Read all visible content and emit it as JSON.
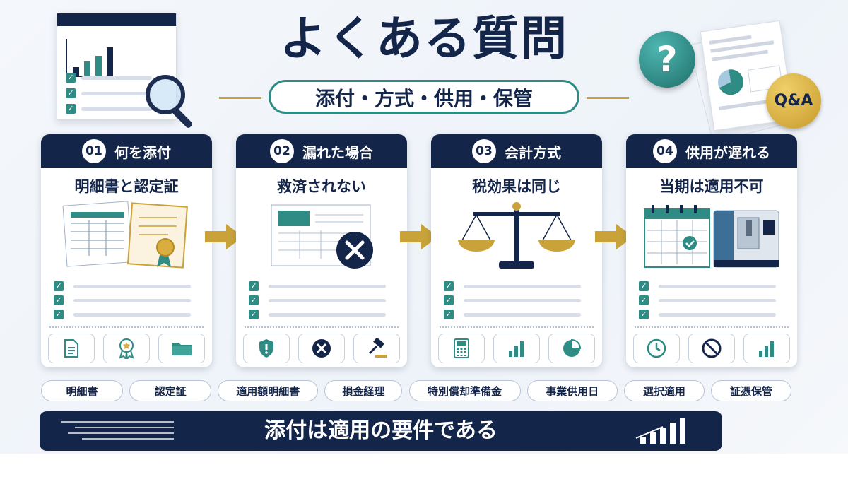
{
  "title": "よくある質問",
  "subtitle": "添付・方式・供用・保管",
  "qa_badge": "Q&A",
  "question_mark": "?",
  "steps": [
    {
      "num": "01",
      "title": "何を添付",
      "sub": "明細書と認定証",
      "icons": [
        "document-icon",
        "award-icon",
        "folder-icon"
      ]
    },
    {
      "num": "02",
      "title": "漏れた場合",
      "sub": "救済されない",
      "icons": [
        "shield-alert-icon",
        "x-circle-icon",
        "gavel-icon"
      ]
    },
    {
      "num": "03",
      "title": "会計方式",
      "sub": "税効果は同じ",
      "icons": [
        "calculator-icon",
        "bar-chart-icon",
        "pie-chart-icon"
      ]
    },
    {
      "num": "04",
      "title": "供用が遅れる",
      "sub": "当期は適用不可",
      "icons": [
        "clock-icon",
        "prohibited-icon",
        "bar-chart-icon"
      ]
    }
  ],
  "tags": [
    "明細書",
    "認定証",
    "適用額明細書",
    "損金経理",
    "特別償却準備金",
    "事業供用日",
    "選択適用",
    "証憑保管"
  ],
  "banner": "添付は適用の要件である",
  "colors": {
    "navy": "#14254a",
    "teal": "#2e8c84",
    "gold": "#c9a33a"
  }
}
